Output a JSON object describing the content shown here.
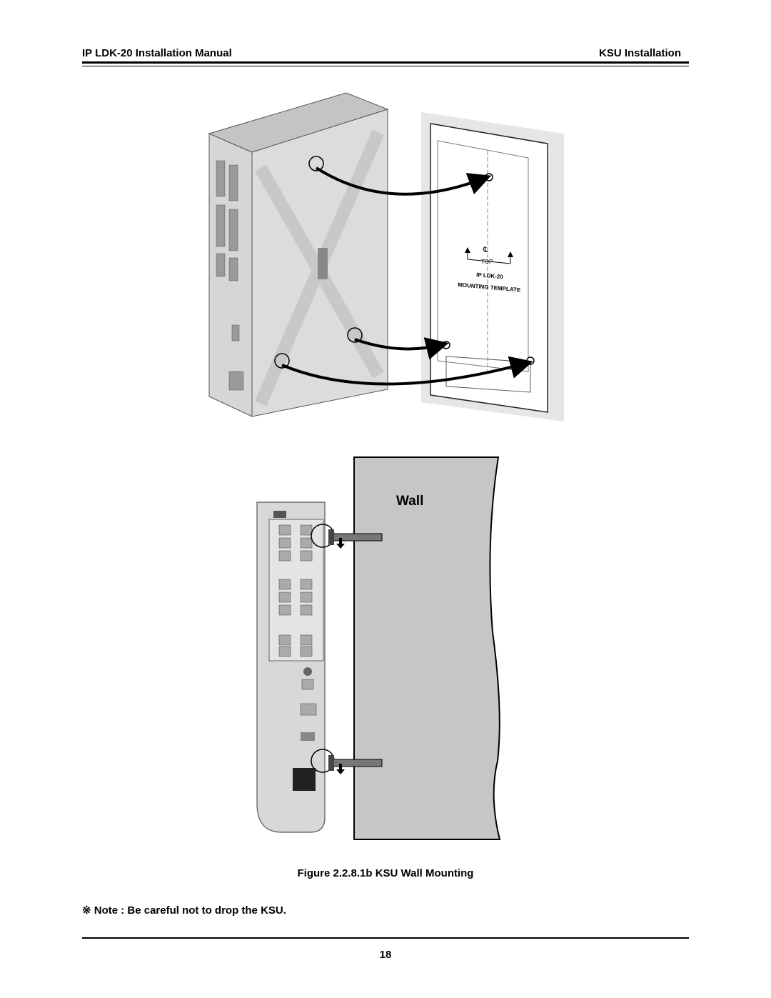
{
  "header": {
    "left": "IP LDK-20 Installation Manual",
    "right": "KSU Installation"
  },
  "figure_top": {
    "template_top_label": "TOP",
    "template_title": "IP LDK-20",
    "template_subtitle": "MOUNTING TEMPLATE",
    "template_centerline": "℄"
  },
  "figure_bottom": {
    "wall_label": "Wall"
  },
  "caption": "Figure 2.2.8.1b KSU Wall Mounting",
  "note": "※ Note : Be careful not to drop the KSU.",
  "page_number": "18"
}
